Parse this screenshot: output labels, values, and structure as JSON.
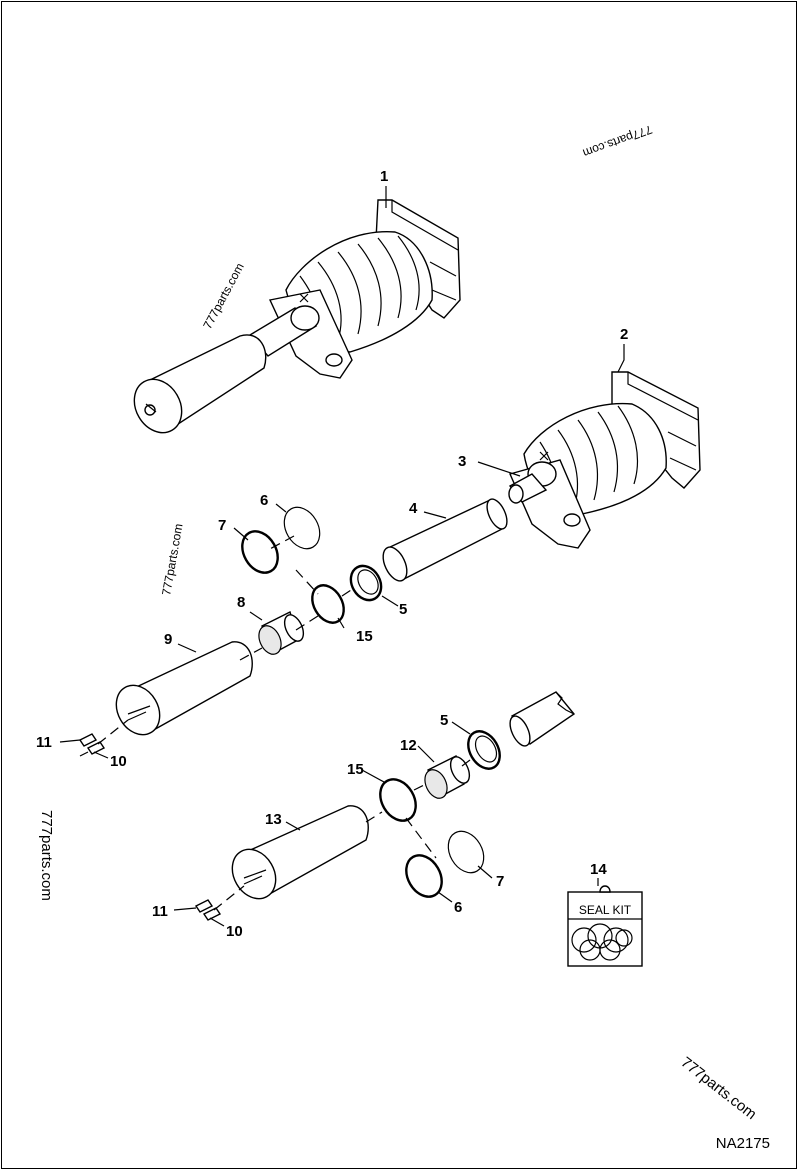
{
  "drawing_code": "NA2175",
  "watermark_text": "777parts.com",
  "seal_kit_label": "SEAL KIT",
  "callouts": {
    "c1": "1",
    "c2": "2",
    "c3": "3",
    "c4": "4",
    "c5a": "5",
    "c5b": "5",
    "c6a": "6",
    "c6b": "6",
    "c7a": "7",
    "c7b": "7",
    "c8": "8",
    "c9": "9",
    "c10a": "10",
    "c10b": "10",
    "c11a": "11",
    "c11b": "11",
    "c12": "12",
    "c13": "13",
    "c14": "14",
    "c15a": "15",
    "c15b": "15"
  }
}
